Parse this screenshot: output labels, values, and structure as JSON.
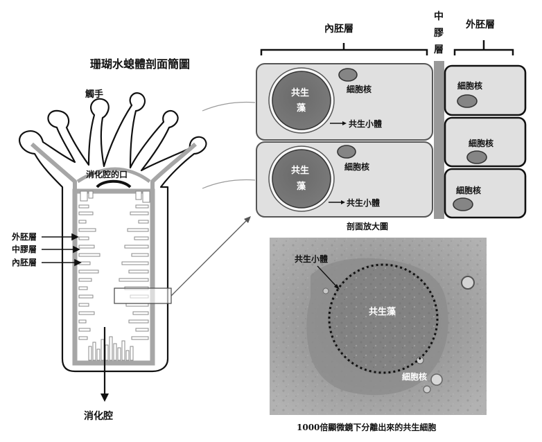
{
  "left": {
    "title": "珊瑚水螅體剖面簡圖",
    "tentacle_label": "觸手",
    "mouth_label": "消化腔的口",
    "layers": [
      "外胚層",
      "中膠層",
      "內胚層"
    ],
    "cavity_label": "消化腔"
  },
  "right": {
    "endoderm_label": "內胚層",
    "mesoglea_label": "中膠層",
    "ectoderm_label": "外胚層",
    "algae_label": "共生藻",
    "nucleus_label": "細胞核",
    "body_label": "共生小體",
    "section_caption": "剖面放大圖"
  },
  "photo": {
    "body_label": "共生小體",
    "algae_label": "共生藻",
    "nucleus_label": "細胞核",
    "caption": "1000倍顯微鏡下分離出來的共生細胞"
  },
  "colors": {
    "cell_fill": "#e0e0e0",
    "cell_stroke": "#555555",
    "algae_fill": "#7d7d7d",
    "nucleus_fill": "#858585",
    "mesoglea_bar": "#999999",
    "photo_bg": "#a9a9a9"
  }
}
